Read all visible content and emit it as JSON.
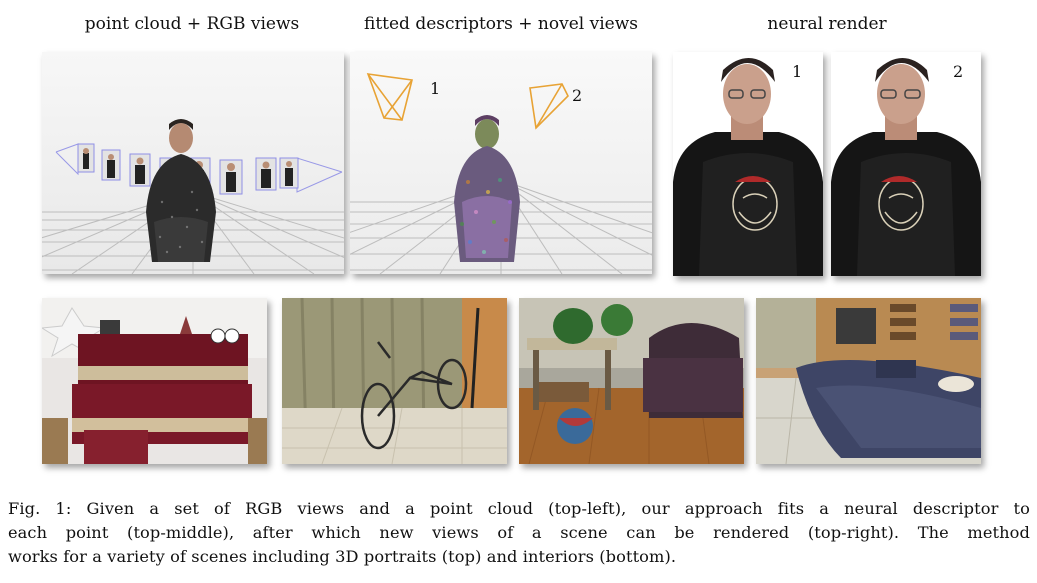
{
  "headers": {
    "point_cloud": "point cloud + RGB views",
    "fitted": "fitted descriptors + novel views",
    "render": "neural render"
  },
  "view_labels": {
    "cam1": "1",
    "cam2": "2",
    "render1": "1",
    "render2": "2"
  },
  "caption": {
    "line1": "Fig. 1: Given a set of RGB views and a point cloud (top-left), our approach fits a neural descriptor to",
    "line2": "each point (top-middle), after which new views of a scene can be rendered (top-right). The method",
    "line3": "works for a variety of scenes including 3D portraits (top) and interiors (bottom)."
  },
  "colors": {
    "camera_frustum": "#e8a335",
    "rgb_frustum": "#8f8fe6",
    "grid": "#b8b8b8"
  }
}
